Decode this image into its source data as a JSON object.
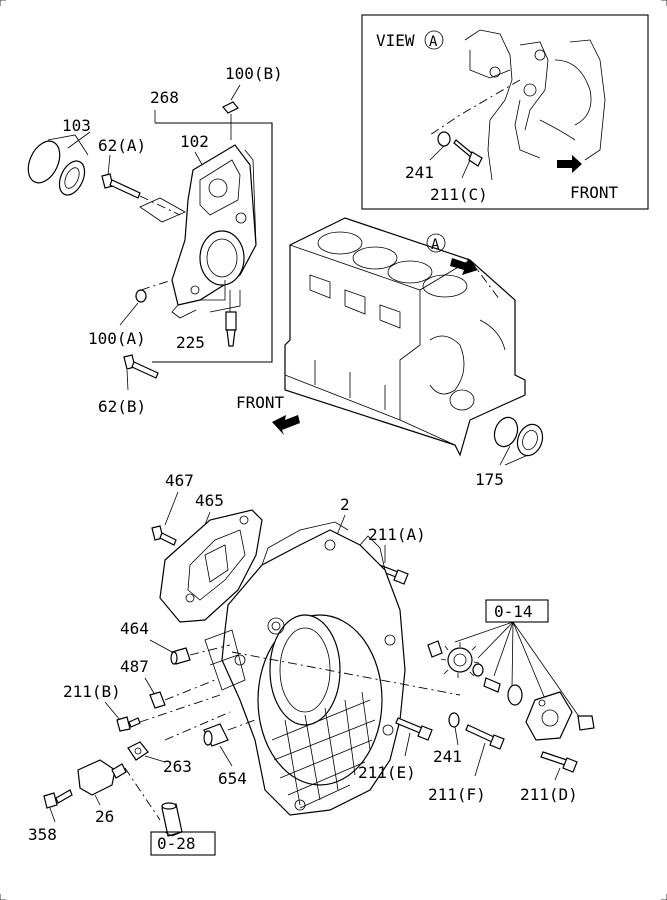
{
  "inset": {
    "view_label": "VIEW",
    "view_letter": "A",
    "front_label": "FRONT",
    "callouts": {
      "p241": "241",
      "p211c": "211(C)"
    }
  },
  "block": {
    "marker_letter": "A",
    "front_label": "FRONT",
    "callouts": {
      "p175": "175"
    }
  },
  "plate": {
    "callouts": {
      "p268": "268",
      "p100b": "100(B)",
      "p103": "103",
      "p62a": "62(A)",
      "p102": "102",
      "p100a": "100(A)",
      "p225": "225",
      "p62b": "62(B)"
    }
  },
  "housing": {
    "callouts": {
      "p467": "467",
      "p465": "465",
      "p2": "2",
      "p211a": "211(A)",
      "p464": "464",
      "p487": "487",
      "p211b": "211(B)",
      "p263": "263",
      "p654": "654",
      "p26": "26",
      "p358": "358",
      "p211e": "211(E)",
      "p241": "241",
      "p211f": "211(F)",
      "p211d": "211(D)"
    },
    "refs": {
      "r014": "0-14",
      "r028": "0-28"
    }
  }
}
